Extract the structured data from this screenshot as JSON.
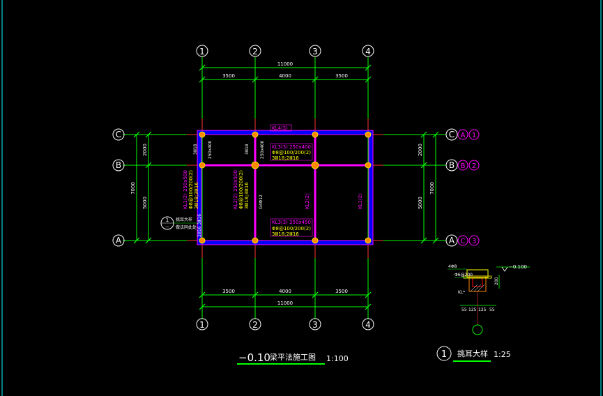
{
  "colors": {
    "background": "#000000",
    "grid": "#00FF00",
    "text": "#FFFFFF",
    "beam": "#FF00FF",
    "beam_fill": "#0000FF",
    "column": "#FF8800",
    "annotation": "#FFFF00",
    "axis_line": "#FF3333"
  },
  "grid_axes": {
    "columns": [
      "1",
      "2",
      "3",
      "4"
    ],
    "rows": [
      "C",
      "B",
      "A"
    ],
    "right_rows": [
      {
        "label": "C",
        "alt1": "A",
        "alt2": "1"
      },
      {
        "label": "B",
        "alt1": "B",
        "alt2": "2"
      },
      {
        "label": "A",
        "alt1": "C",
        "alt2": "3"
      }
    ]
  },
  "dimensions": {
    "total_x": "11000",
    "spans_x": [
      "3500",
      "4000",
      "3500"
    ],
    "total_y": "7000",
    "spans_y": [
      "2000",
      "5000"
    ]
  },
  "beam_labels": [
    {
      "key": "kl4",
      "lines": [
        "KL4(3)"
      ]
    },
    {
      "key": "kl3_top",
      "lines": [
        "KL3(3) 250x400",
        "Φ8@100/200(2)",
        "3Ⅲ18;2Ⅲ16"
      ]
    },
    {
      "key": "kl3_bottom",
      "lines": [
        "KL3(3) 250x450",
        "Φ8@100/200(2)",
        "3Ⅲ18;2Ⅲ16"
      ]
    },
    {
      "key": "kl1",
      "lines": [
        "KL1(2) 250x500",
        "Φ8@100/200(2)",
        "3Ⅲ18;3Ⅲ16"
      ]
    },
    {
      "key": "kl2_mid",
      "lines": [
        "KL2(2) 250x500",
        "Φ8@100/200(2)",
        "3Ⅲ18;3Ⅲ16"
      ]
    },
    {
      "key": "kl2_a",
      "lines": [
        "KL2(2)"
      ]
    },
    {
      "key": "kl2_b",
      "lines": [
        "KL1(2)"
      ]
    }
  ],
  "small_notes": {
    "n1": "3Ⅲ18",
    "n2": "250x400",
    "n3": "G4Φ12",
    "n4": "2Ⅲ16 3Ⅲ16",
    "n5": "3Ⅲ18",
    "n6": "250x400"
  },
  "detail_callout": {
    "num": "1",
    "den": "—",
    "line1": "挑耳大样",
    "line2": "做法同此处"
  },
  "main_title": {
    "level": "−0.10",
    "name": "梁平法施工图",
    "scale": "1:100"
  },
  "detail": {
    "title_num": "1",
    "title": "挑耳大样",
    "scale": "1:25",
    "elev": "−0.100",
    "rebar_top": "4Φ8",
    "rebar_mid": "Φ6@200",
    "height": "200",
    "label_k": "KL*",
    "bottom_dims": [
      "55",
      "125",
      "125",
      "55"
    ]
  }
}
